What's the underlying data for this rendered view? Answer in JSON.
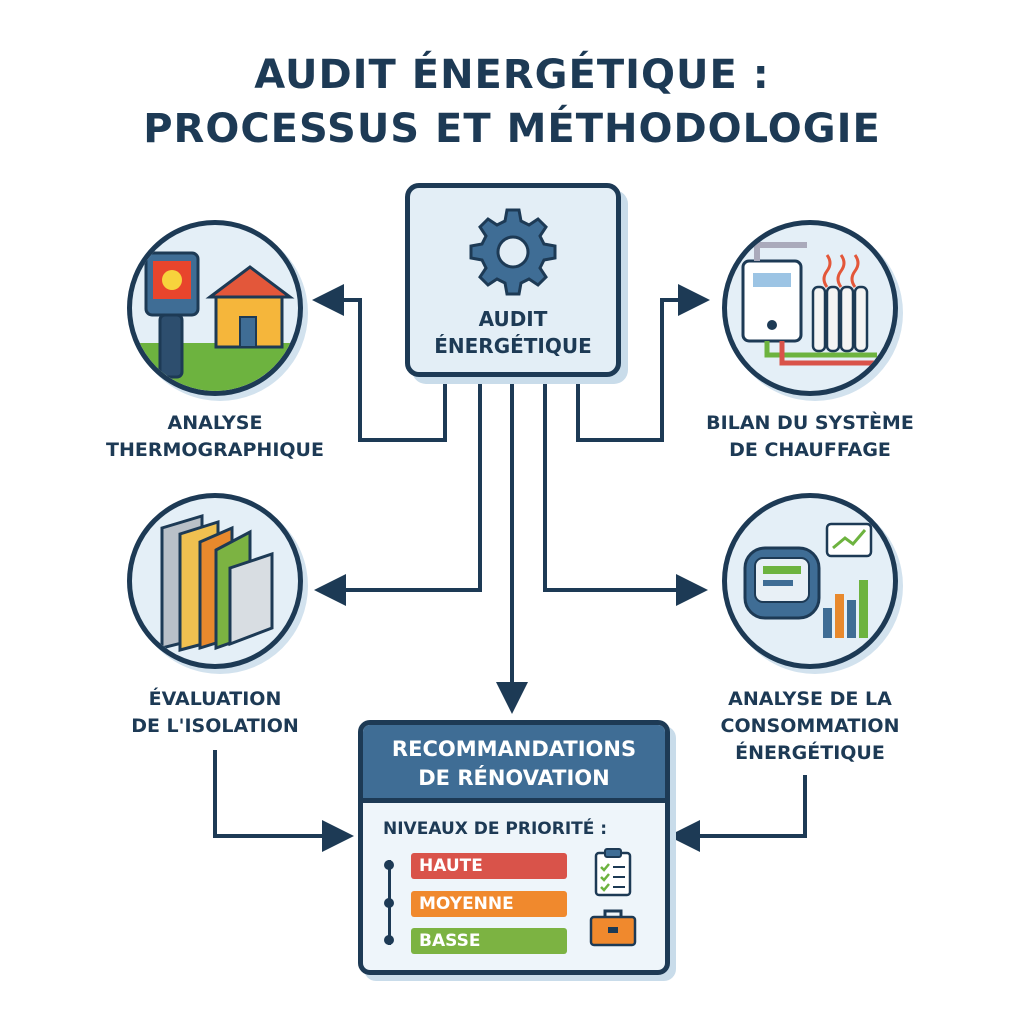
{
  "title": {
    "line1": "AUDIT ÉNERGÉTIQUE :",
    "line2": "PROCESSUS ET MÉTHODOLOGIE"
  },
  "center": {
    "line1": "AUDIT",
    "line2": "ÉNERGÉTIQUE",
    "icon": "gear-icon"
  },
  "steps": [
    {
      "line1": "ANALYSE",
      "line2": "THERMOGRAPHIQUE",
      "icon": "thermal-camera-house-icon"
    },
    {
      "line1": "BILAN DU SYSTÈME",
      "line2": "DE CHAUFFAGE",
      "icon": "boiler-radiator-icon"
    },
    {
      "line1": "ÉVALUATION",
      "line2": "DE L'ISOLATION",
      "icon": "insulation-layers-icon"
    },
    {
      "line1": "ANALYSE DE LA",
      "line2": "CONSOMMATION",
      "line3": "ÉNERGÉTIQUE",
      "icon": "meter-chart-icon"
    }
  ],
  "recommendations": {
    "line1": "RECOMMANDATIONS",
    "line2": "DE RÉNOVATION",
    "priority_label": "NIVEAUX DE PRIORITÉ :",
    "levels": [
      {
        "label": "HAUTE",
        "color": "#d9534a"
      },
      {
        "label": "MOYENNE",
        "color": "#f0892d"
      },
      {
        "label": "BASSE",
        "color": "#7cb342"
      }
    ]
  }
}
